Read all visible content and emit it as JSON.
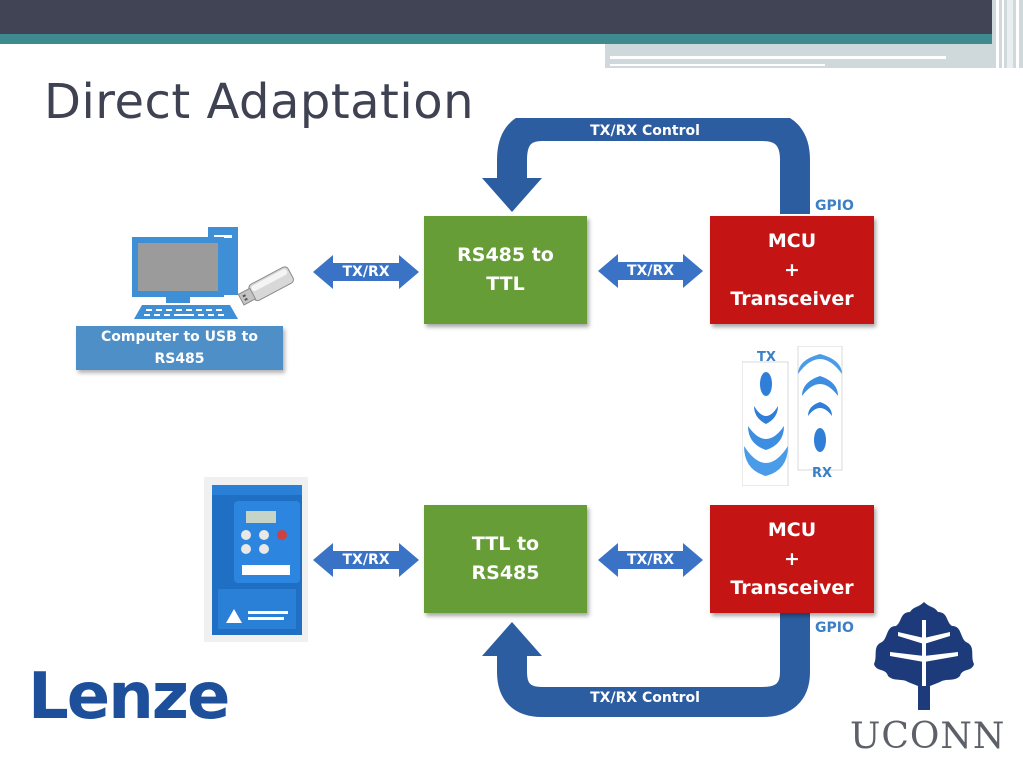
{
  "slide": {
    "title": "Direct Adaptation"
  },
  "top_path": {
    "control_label": "TX/RX Control",
    "gpio_label": "GPIO",
    "converter_label": "RS485 to\nTTL",
    "mcu_label": "MCU\n+\nTransceiver",
    "left_arrow_label": "TX/RX",
    "right_arrow_label": "TX/RX",
    "computer_label": "Computer to USB to RS485"
  },
  "bottom_path": {
    "control_label": "TX/RX Control",
    "gpio_label": "GPIO",
    "converter_label": "TTL to\nRS485",
    "mcu_label": "MCU\n+\nTransceiver",
    "left_arrow_label": "TX/RX",
    "right_arrow_label": "TX/RX"
  },
  "wireless": {
    "tx_label": "TX",
    "rx_label": "RX"
  },
  "logos": {
    "lenze": "Lenze",
    "uconn": "UCONN"
  },
  "icons": {
    "computer": "computer-icon",
    "usb": "usb-stick-icon",
    "drive": "vfd-drive-icon",
    "oak_leaf": "oak-leaf-icon",
    "signal": "wireless-signal-icon"
  },
  "colors": {
    "green_box": "#669d37",
    "red_box": "#c41414",
    "arrow_blue": "#3a73c6",
    "control_arrow": "#2d5da1",
    "header_dark": "#414455",
    "header_teal": "#3f8a8e"
  }
}
